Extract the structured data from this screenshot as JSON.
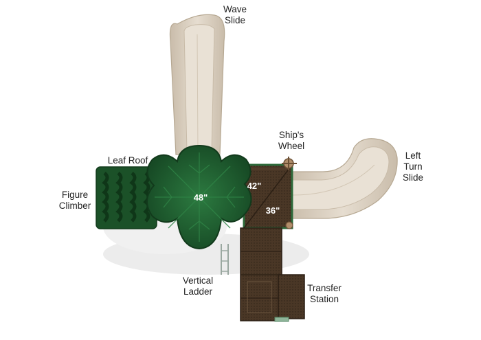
{
  "colors": {
    "roof_green": "#1f5e2f",
    "roof_green_dark": "#164222",
    "slide_tan": "#ddd3c4",
    "slide_tan_shade": "#c7b9a6",
    "deck_brown": "#4a3726",
    "deck_brown_dark": "#33261a",
    "frame_green": "#2d6a3a",
    "label_text": "#222222",
    "height_text": "#ffffff"
  },
  "callouts": {
    "wave_slide": "Wave\nSlide",
    "leaf_roof": "Leaf Roof",
    "figure_climber": "Figure\nClimber",
    "ships_wheel": "Ship's\nWheel",
    "left_turn_slide": "Left\nTurn\nSlide",
    "vertical_ladder": "Vertical\nLadder",
    "transfer_station": "Transfer\nStation"
  },
  "deck_heights": {
    "roof_deck": "48\"",
    "upper_deck": "42\"",
    "lower_deck": "36\""
  },
  "icons": {
    "wheel": "ships-wheel-icon",
    "roof": "leaf-roof-icon"
  }
}
